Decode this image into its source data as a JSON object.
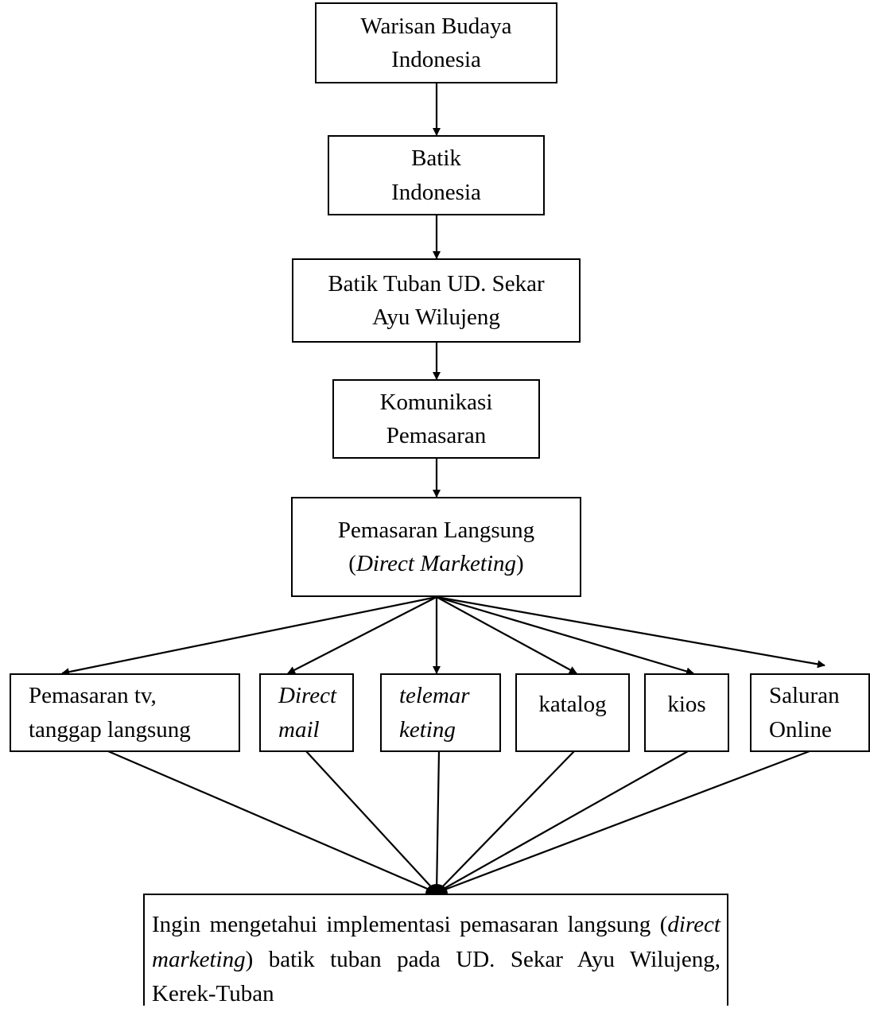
{
  "top_chain": {
    "warisan": [
      "Warisan Budaya",
      "Indonesia"
    ],
    "batik": [
      "Batik",
      "Indonesia"
    ],
    "batik_tuban": [
      "Batik Tuban UD. Sekar",
      "Ayu Wilujeng"
    ],
    "komunikasi": [
      "Komunikasi",
      "Pemasaran"
    ],
    "pemasaran_langsung": {
      "line1": "Pemasaran Langsung",
      "open": "(",
      "italic": "Direct Marketing",
      "close": ")"
    }
  },
  "channels": {
    "tv": [
      "Pemasaran tv,",
      "tanggap langsung"
    ],
    "direct_mail": [
      "Direct",
      "mail"
    ],
    "telemarketing": [
      "telemar",
      "keting"
    ],
    "katalog": "katalog",
    "kios": "kios",
    "online": [
      "Saluran",
      "Online"
    ]
  },
  "conclusion": {
    "part1": "Ingin mengetahui implementasi pemasaran langsung (",
    "italic": "direct marketing",
    "part2": ") batik tuban pada UD. Sekar Ayu Wilujeng, Kerek-Tuban"
  }
}
